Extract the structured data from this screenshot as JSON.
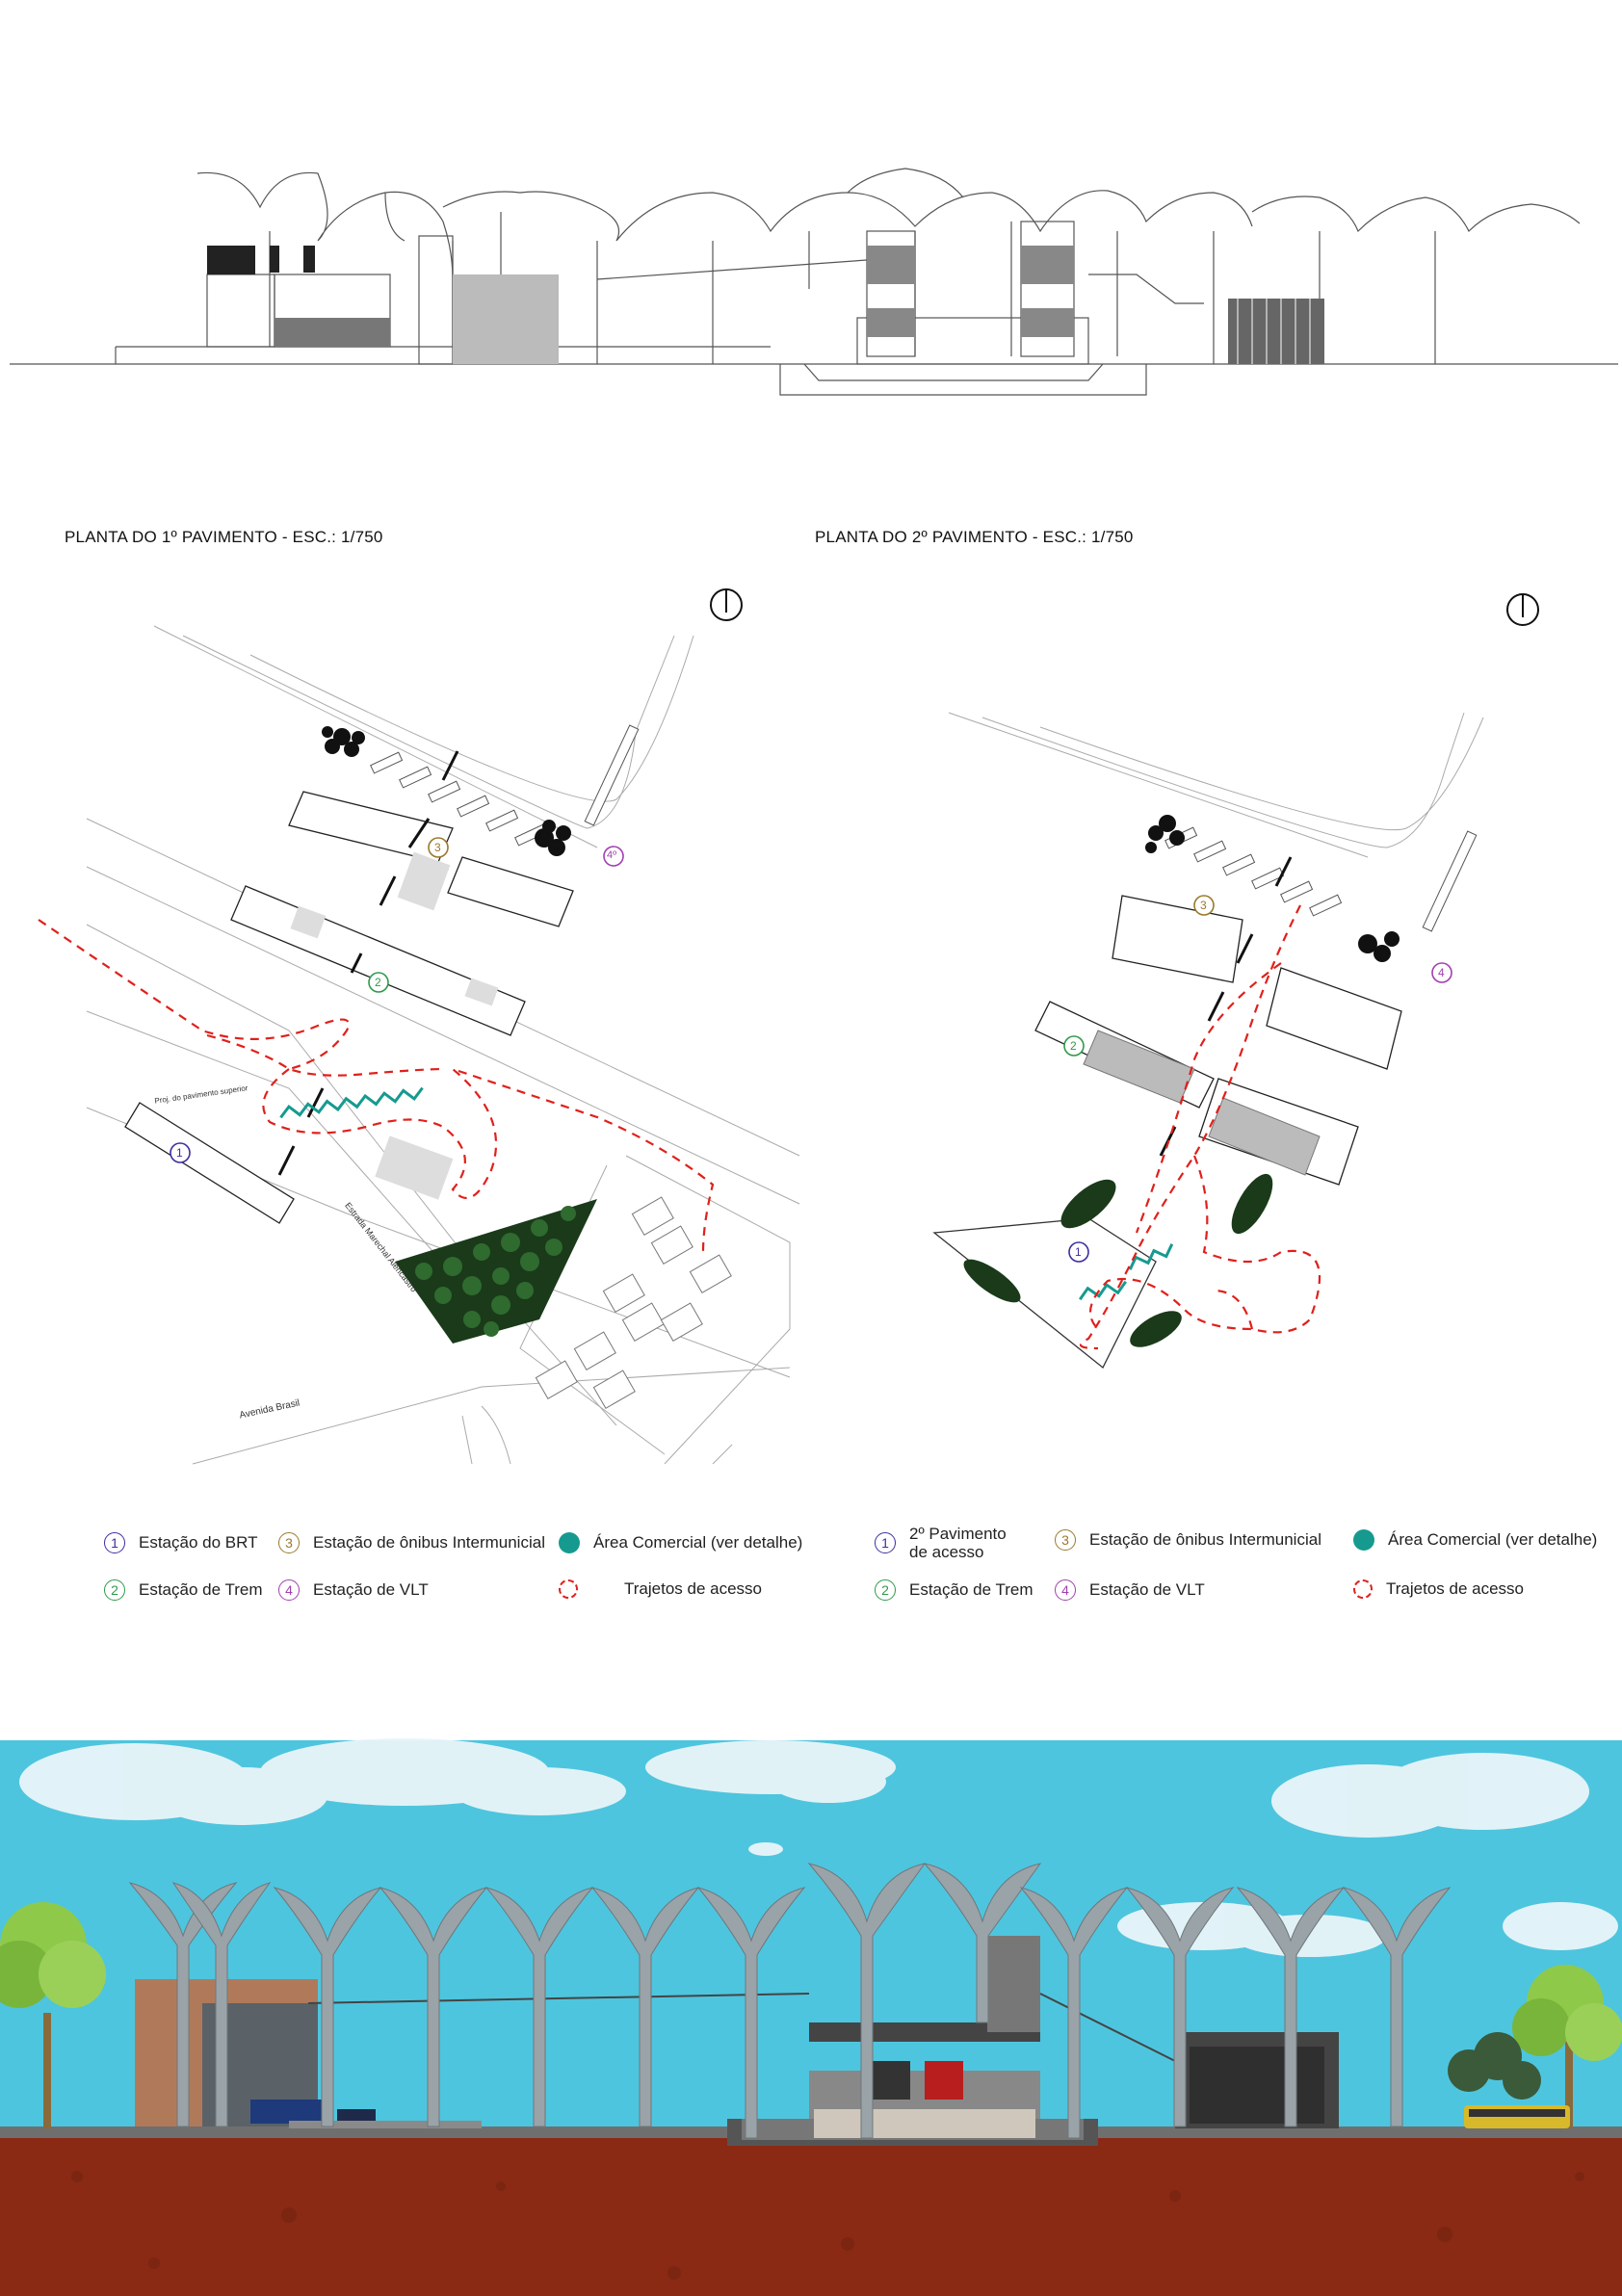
{
  "plans": {
    "plan1": {
      "title": "PLANTA DO 1º PAVIMENTO - ESC.: 1/750"
    },
    "plan2": {
      "title": "PLANTA DO 2º PAVIMENTO - ESC.: 1/750"
    }
  },
  "map_labels": {
    "avenida": "Avenida Brasil",
    "estrada": "Estrada Marechal Alencastro",
    "projecao": "Proj. do pavimento superior"
  },
  "markers": {
    "plan1": [
      "1",
      "2",
      "3",
      "4º"
    ],
    "plan2": [
      "1",
      "2",
      "3",
      "4"
    ]
  },
  "legend1": {
    "items": [
      {
        "num": "1",
        "label": "Estação do BRT",
        "color": "#3a2fa0"
      },
      {
        "num": "3",
        "label": "Estação de ônibus Intermunicial",
        "color": "#9a7a2a"
      },
      {
        "label": "Área Comercial (ver detalhe)",
        "color": "#169a90"
      },
      {
        "num": "2",
        "label": "Estação de Trem",
        "color": "#2e9a4a"
      },
      {
        "num": "4",
        "label": "Estação de VLT",
        "color": "#a040b0"
      },
      {
        "label": "Trajetos de acesso",
        "color": "#e0201b"
      }
    ]
  },
  "legend2": {
    "items": [
      {
        "num": "1",
        "label_line1": "2º Pavimento",
        "label_line2": "de acesso",
        "color": "#3a2fa0"
      },
      {
        "num": "3",
        "label": "Estação de ônibus Intermunicial",
        "color": "#9a7a2a"
      },
      {
        "label": "Área Comercial (ver detalhe)",
        "color": "#169a90"
      },
      {
        "num": "2",
        "label": "Estação de Trem",
        "color": "#2e9a4a"
      },
      {
        "num": "4",
        "label": "Estação de VLT",
        "color": "#a040b0"
      },
      {
        "label": "Trajetos de acesso",
        "color": "#e0201b"
      }
    ]
  },
  "colors": {
    "sky": "#4ec5de",
    "soil": "#8a2a14",
    "path_red": "#e0201b",
    "commercial_teal": "#169a90"
  }
}
